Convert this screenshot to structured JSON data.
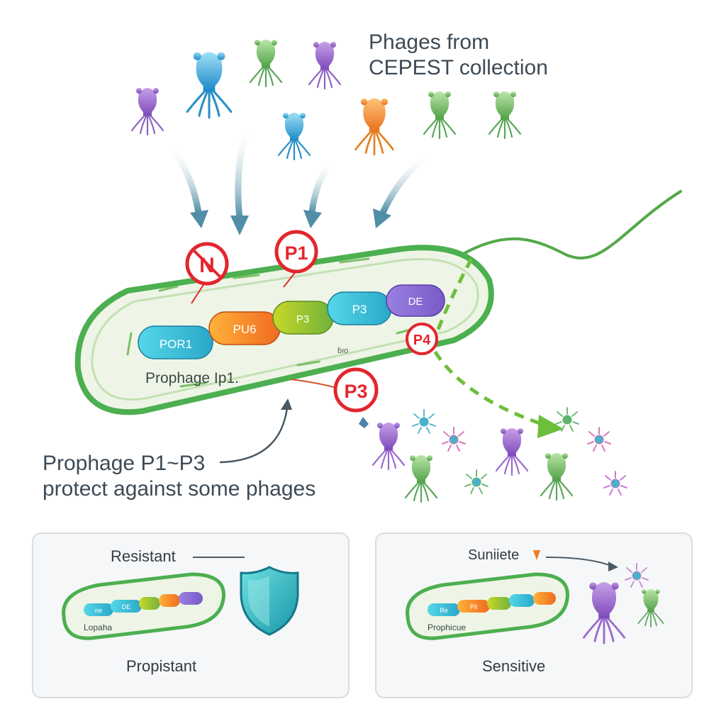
{
  "header": {
    "phages_title_line1": "Phages from",
    "phages_title_line2": "CEPEST collection"
  },
  "bacterium": {
    "genes": [
      "POR1",
      "PU6",
      "P3",
      "P3",
      "DE"
    ],
    "prophage_label": "Prophage Ip1.",
    "block_marks": [
      "N",
      "P1",
      "P4",
      "P3"
    ],
    "small_label": "ɓıo"
  },
  "callout": {
    "line1": "Prophage P1~P3",
    "line2": "protect against some phages"
  },
  "panels": {
    "left": {
      "top_label": "Resistant",
      "genes": [
        "ne",
        "DE",
        "",
        ""
      ],
      "inner_label": "Lopaha",
      "bottom_label": "Propistant"
    },
    "right": {
      "top_label": "Suniiete",
      "genes": [
        "Re",
        "Pil",
        "",
        ""
      ],
      "inner_label": "Prophicue",
      "bottom_label": "Sensitive"
    }
  },
  "colors": {
    "cell_green": "#4caf50",
    "cell_fill": "#eef5e6",
    "block_red": "#e3262e",
    "arrow_blue": "#5d93a9",
    "arrow_green": "#6dbf3b"
  }
}
